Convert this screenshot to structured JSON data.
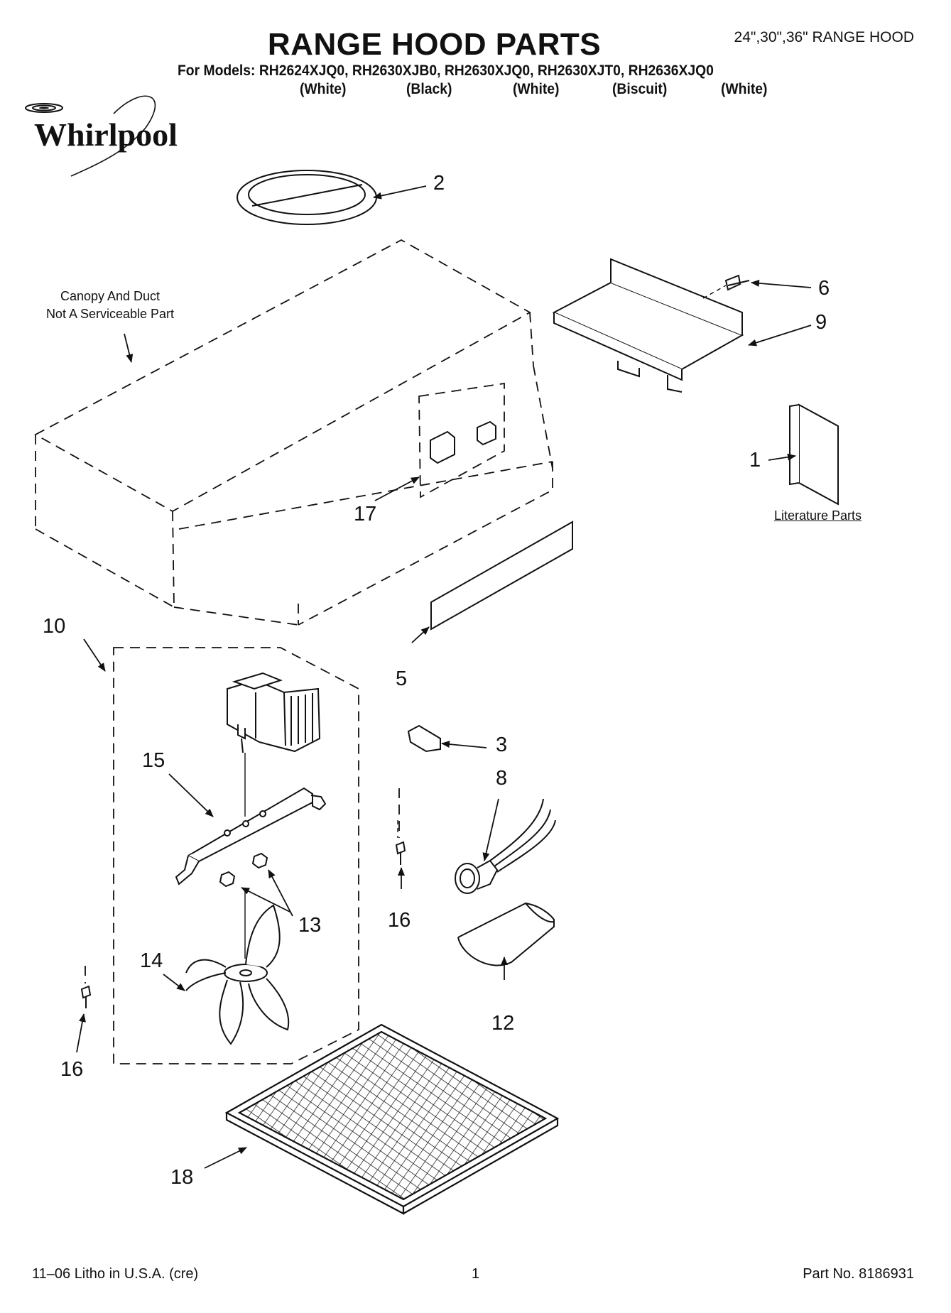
{
  "header": {
    "title": "RANGE HOOD PARTS",
    "subtitle": "24\",30\",36\" RANGE HOOD",
    "models_line": "For Models: RH2624XJQ0, RH2630XJB0, RH2630XJQ0, RH2630XJT0, RH2636XJQ0",
    "variants": [
      "(White)",
      "(Black)",
      "(White)",
      "(Biscuit)",
      "(White)"
    ]
  },
  "brand": {
    "logo_text": "Whirlpool"
  },
  "notes": {
    "canopy_line1": "Canopy And Duct",
    "canopy_line2": "Not A Serviceable Part",
    "literature": "Literature Parts"
  },
  "callouts": {
    "c1": "1",
    "c2": "2",
    "c3": "3",
    "c5": "5",
    "c6": "6",
    "c8": "8",
    "c9": "9",
    "c10": "10",
    "c12": "12",
    "c13": "13",
    "c14": "14",
    "c15": "15",
    "c16a": "16",
    "c16b": "16",
    "c17": "17",
    "c18": "18"
  },
  "footer": {
    "left": "11–06 Litho in U.S.A. (cre)",
    "page": "1",
    "part_no": "Part No. 8186931"
  }
}
